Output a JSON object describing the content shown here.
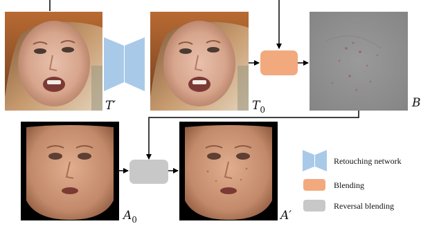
{
  "labels": {
    "t_prime": "T′",
    "t0_base": "T",
    "t0_sub": "0",
    "b": "B",
    "a0_base": "A",
    "a0_sub": "0",
    "a_prime": "A′"
  },
  "legend": {
    "retouching": "Retouching network",
    "blending": "Blending",
    "reversal": "Reversal blending"
  },
  "colors": {
    "network_blue": "#a9c9e8",
    "blending_orange": "#f2a97e",
    "reversal_gray": "#c8c8c8",
    "arrow": "#000000",
    "residual_bg": "#8e8e8e"
  }
}
